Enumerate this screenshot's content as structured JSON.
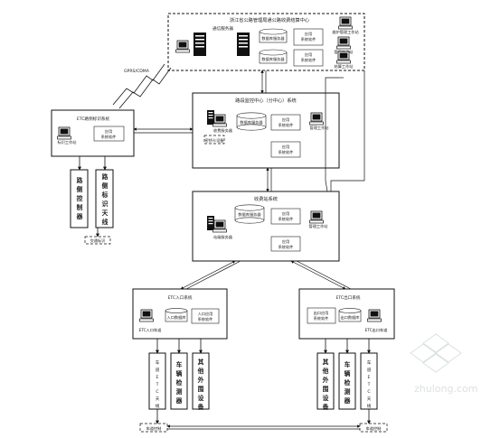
{
  "center": {
    "title": "浙江省公路管理局通公路收费结算中心",
    "server_label": "通信服务器",
    "db1": "数据库服务器",
    "db2": "数据库服务器",
    "sys1": "应用\n系统软件",
    "sys2": "应用\n系统软件",
    "ws1": "维护管理工作站",
    "ws2": "管理工作站",
    "ws3": "结算工作站"
  },
  "monitor": {
    "title": "路段监控中心（分中心）系统",
    "server": "收费服务器",
    "card": "密钥卡设备",
    "db": "数据库服务器",
    "sys1": "应用\n系统软件",
    "sys2": "应用\n系统软件",
    "ws": "管理工作站"
  },
  "roadside": {
    "title": "ETC路侧标识系统",
    "ws": "标识工作站",
    "sys": "应用\n系统软件",
    "col1": "路侧控制器",
    "col2": "路侧标识天线",
    "bottom": "交通标识"
  },
  "gprs_label": "GPRS/CDMA",
  "station": {
    "title": "收费站系统",
    "server": "站级服务器",
    "db": "数据库服务器",
    "sys1": "应用\n系统软件",
    "sys2": "应用\n系统软件",
    "ws": "管理工作站"
  },
  "entry": {
    "title": "ETC入口系统",
    "ws": "ETC入口车道",
    "db": "入口数据库",
    "sys": "入口应用\n系统软件",
    "col1": "车道ETC天线",
    "col2": "车辆检测器",
    "col3": "其他外围设备",
    "bottom": "车道控制"
  },
  "exit": {
    "title": "ETC出口系统",
    "ws": "ETC出口车道",
    "db": "出口数据库",
    "sys": "出口应用\n系统软件",
    "col1": "其他外围设备",
    "col2": "车辆检测器",
    "col3": "车道ETC天线",
    "bottom": "车道控制"
  },
  "watermark": "zhulong.com"
}
